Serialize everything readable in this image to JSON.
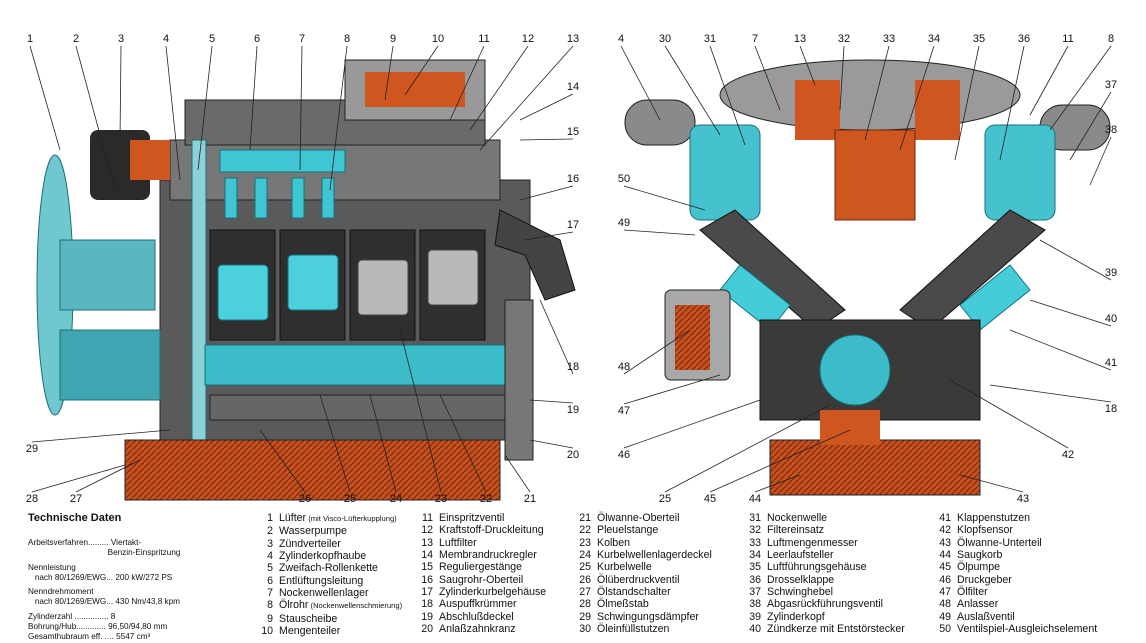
{
  "callouts_left": [
    {
      "n": "1"
    },
    {
      "n": "2"
    },
    {
      "n": "3"
    },
    {
      "n": "4"
    },
    {
      "n": "5"
    },
    {
      "n": "6"
    },
    {
      "n": "7"
    },
    {
      "n": "8"
    },
    {
      "n": "9"
    },
    {
      "n": "10"
    },
    {
      "n": "11"
    },
    {
      "n": "12"
    },
    {
      "n": "13"
    },
    {
      "n": "14"
    },
    {
      "n": "15"
    },
    {
      "n": "16"
    },
    {
      "n": "17"
    },
    {
      "n": "18"
    },
    {
      "n": "19"
    },
    {
      "n": "20"
    },
    {
      "n": "21"
    },
    {
      "n": "22"
    },
    {
      "n": "23"
    },
    {
      "n": "24"
    },
    {
      "n": "25"
    },
    {
      "n": "26"
    },
    {
      "n": "27"
    },
    {
      "n": "28"
    },
    {
      "n": "29"
    }
  ],
  "callouts_right": [
    {
      "n": "4"
    },
    {
      "n": "30"
    },
    {
      "n": "31"
    },
    {
      "n": "7"
    },
    {
      "n": "13"
    },
    {
      "n": "32"
    },
    {
      "n": "33"
    },
    {
      "n": "34"
    },
    {
      "n": "35"
    },
    {
      "n": "36"
    },
    {
      "n": "11"
    },
    {
      "n": "8"
    },
    {
      "n": "37"
    },
    {
      "n": "38"
    },
    {
      "n": "50"
    },
    {
      "n": "49"
    },
    {
      "n": "39"
    },
    {
      "n": "40"
    },
    {
      "n": "41"
    },
    {
      "n": "48"
    },
    {
      "n": "18"
    },
    {
      "n": "47"
    },
    {
      "n": "42"
    },
    {
      "n": "46"
    },
    {
      "n": "25"
    },
    {
      "n": "45"
    },
    {
      "n": "44"
    },
    {
      "n": "43"
    }
  ],
  "specs": {
    "title": "Technische Daten",
    "rows": [
      "Arbeitsverfahren......... Viertakt-",
      "                                   Benzin-Einspritzung",
      "Nennleistung",
      "   nach 80/1269/EWG... 200 kW/272 PS",
      "Nenndrehmoment",
      "   nach 80/1269/EWG... 430 Nm/43,8 kpm",
      "Zylinderzahl ............... 8",
      "Bohrung/Hub............. 96,50/94,80 mm",
      "Gesamthubraum eff. .... 5547 cm³"
    ]
  },
  "legend": [
    [
      {
        "n": "1",
        "label": "Lüfter",
        "note": "(mit Visco-Lüfterkupplung)"
      },
      {
        "n": "2",
        "label": "Wasserpumpe"
      },
      {
        "n": "3",
        "label": "Zündverteiler"
      },
      {
        "n": "4",
        "label": "Zylinderkopfhaube"
      },
      {
        "n": "5",
        "label": "Zweifach-Rollenkette"
      },
      {
        "n": "6",
        "label": "Entlüftungsleitung"
      },
      {
        "n": "7",
        "label": "Nockenwellenlager"
      },
      {
        "n": "8",
        "label": "Ölrohr",
        "note": "(Nockenwellenschmierung)"
      },
      {
        "n": "9",
        "label": "Stauscheibe"
      },
      {
        "n": "10",
        "label": "Mengenteiler"
      }
    ],
    [
      {
        "n": "11",
        "label": "Einspritzventil"
      },
      {
        "n": "12",
        "label": "Kraftstoff-Druckleitung"
      },
      {
        "n": "13",
        "label": "Luftfilter"
      },
      {
        "n": "14",
        "label": "Membrandruckregler"
      },
      {
        "n": "15",
        "label": "Reguliergestänge"
      },
      {
        "n": "16",
        "label": "Saugrohr-Oberteil"
      },
      {
        "n": "17",
        "label": "Zylinderkurbelgehäuse"
      },
      {
        "n": "18",
        "label": "Auspuffkrümmer"
      },
      {
        "n": "19",
        "label": "Abschlußdeckel"
      },
      {
        "n": "20",
        "label": "Anlaßzahnkranz"
      }
    ],
    [
      {
        "n": "21",
        "label": "Ölwanne-Oberteil"
      },
      {
        "n": "22",
        "label": "Pleuelstange"
      },
      {
        "n": "23",
        "label": "Kolben"
      },
      {
        "n": "24",
        "label": "Kurbelwellenlagerdeckel"
      },
      {
        "n": "25",
        "label": "Kurbelwelle"
      },
      {
        "n": "26",
        "label": "Ölüberdruckventil"
      },
      {
        "n": "27",
        "label": "Ölstandschalter"
      },
      {
        "n": "28",
        "label": "Ölmeßstab"
      },
      {
        "n": "29",
        "label": "Schwingungsdämpfer"
      },
      {
        "n": "30",
        "label": "Öleinfüllstutzen"
      }
    ],
    [
      {
        "n": "31",
        "label": "Nockenwelle"
      },
      {
        "n": "32",
        "label": "Filtereinsatz"
      },
      {
        "n": "33",
        "label": "Luftmengenmesser"
      },
      {
        "n": "34",
        "label": "Leerlaufsteller"
      },
      {
        "n": "35",
        "label": "Luftführungsgehäuse"
      },
      {
        "n": "36",
        "label": "Drosselklappe"
      },
      {
        "n": "37",
        "label": "Schwinghebel"
      },
      {
        "n": "38",
        "label": "Abgasrückführungsventil"
      },
      {
        "n": "39",
        "label": "Zylinderkopf"
      },
      {
        "n": "40",
        "label": "Zündkerze mit Entstörstecker"
      }
    ],
    [
      {
        "n": "41",
        "label": "Klappenstutzen"
      },
      {
        "n": "42",
        "label": "Klopfsensor"
      },
      {
        "n": "43",
        "label": "Ölwanne-Unterteil"
      },
      {
        "n": "44",
        "label": "Saugkorb"
      },
      {
        "n": "45",
        "label": "Ölpumpe"
      },
      {
        "n": "46",
        "label": "Druckgeber"
      },
      {
        "n": "47",
        "label": "Ölfilter"
      },
      {
        "n": "48",
        "label": "Anlasser"
      },
      {
        "n": "49",
        "label": "Auslaßventil"
      },
      {
        "n": "50",
        "label": "Ventilspiel-Ausgleichselement"
      }
    ]
  ]
}
